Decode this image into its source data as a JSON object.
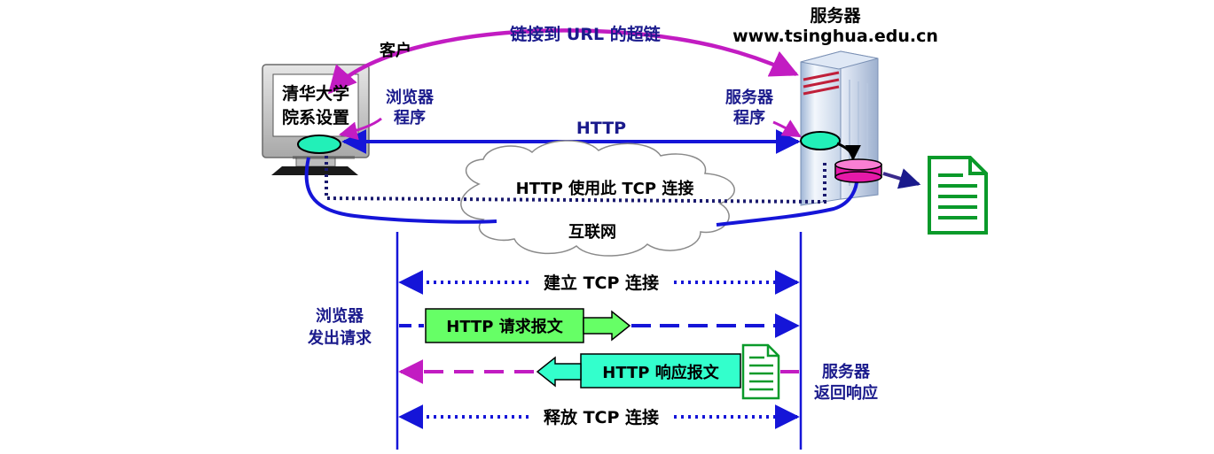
{
  "labels": {
    "server_title": "服务器",
    "server_url": "www.tsinghua.edu.cn",
    "client": "客户",
    "link": "链接到 URL 的超链",
    "screen_line1": "清华大学",
    "screen_line2": "院系设置",
    "browser_line1": "浏览器",
    "browser_line2": "程序",
    "server_prog_line1": "服务器",
    "server_prog_line2": "程序",
    "http": "HTTP",
    "http_tcp": "HTTP 使用此 TCP 连接",
    "internet": "互联网",
    "establish_tcp": "建立 TCP 连接",
    "browser_req_line1": "浏览器",
    "browser_req_line2": "发出请求",
    "http_request": "HTTP 请求报文",
    "http_response": "HTTP 响应报文",
    "server_resp_line1": "服务器",
    "server_resp_line2": "返回响应",
    "release_tcp": "释放 TCP 连接"
  },
  "colors": {
    "blue": "#1515d8",
    "magenta": "#c21cc2",
    "navy_text": "#1a1a8c",
    "green_box": "#66ff66",
    "cyan_box": "#33ffcc",
    "doc_green": "#0a9a2a"
  }
}
